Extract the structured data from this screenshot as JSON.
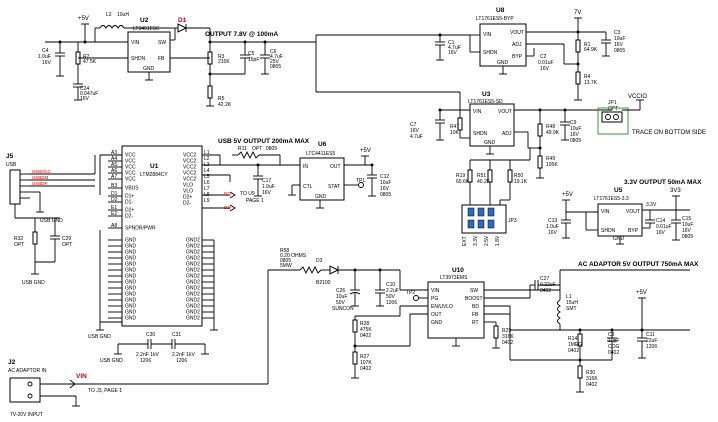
{
  "colors": {
    "wire": "#000000",
    "net": "#1a1a9a",
    "signal": "#cc0000",
    "trace_box": "#2a8a2a"
  },
  "power": {
    "p5v_top": "+5V",
    "p7v": "7V",
    "vccio": "VCCIO",
    "p5v_u6": "+5V",
    "p5v_u5": "+5V",
    "p3v3": "3V3",
    "p5v_u10": "+5V"
  },
  "u2": {
    "ref": "U2",
    "part": "LT3461ES6",
    "pins": [
      "VIN",
      "SW",
      "SHDN",
      "FB",
      "GND"
    ]
  },
  "l2": {
    "ref": "L2",
    "value": "10uH"
  },
  "d1": {
    "ref": "D1"
  },
  "output_78v": "OUTPUT 7.8V @ 100mA",
  "c4": [
    "C4",
    "1.0uF",
    "16V"
  ],
  "r2": [
    "R2",
    "47.5K"
  ],
  "c24": [
    "C24",
    "0.047uF",
    "16V"
  ],
  "r3": [
    "R3",
    "215K"
  ],
  "c5": [
    "C5",
    "15pF"
  ],
  "c6": [
    "C6",
    "4.7uF",
    "25V",
    "0805"
  ],
  "r5": [
    "R5",
    "42.2K"
  ],
  "u8": {
    "ref": "U8",
    "part": "LT1761ES5-BYP",
    "pins": [
      "VIN",
      "VOUT",
      "ADJ",
      "SHDN",
      "BYP",
      "GND"
    ]
  },
  "c1": [
    "C1",
    "4.7uF",
    "16V"
  ],
  "c2": [
    "C2",
    "0.01uF",
    "16V"
  ],
  "c3": [
    "C3",
    "10uF",
    "16V",
    "0805"
  ],
  "r1": [
    "R1",
    "64.9K"
  ],
  "r4": [
    "R4",
    "13.7K"
  ],
  "u3": {
    "ref": "U3",
    "part": "LT1761ES5-SD",
    "pins": [
      "VIN",
      "VOUT",
      "SHDN",
      "ADJ",
      "GND"
    ]
  },
  "c7": [
    "C7",
    "16V",
    "4.7uF"
  ],
  "r47": [
    "R47",
    "10K"
  ],
  "r48": [
    "R48",
    "49.9K"
  ],
  "c9": [
    "C9",
    "10uF",
    "16V",
    "0805"
  ],
  "r49": [
    "R49",
    "105K"
  ],
  "r19": [
    "R19",
    "60.6K"
  ],
  "r51": [
    "R51",
    "40.2K"
  ],
  "r50": [
    "R50",
    "19.1K"
  ],
  "jp1": {
    "ref": "JP1",
    "opt": "OPT"
  },
  "trace_note": "TRACE ON BOTTOM SIDE",
  "jp3": {
    "ref": "JP3",
    "labels": [
      "EXT",
      "3.3V",
      "2.5V",
      "1.8V"
    ]
  },
  "j5": {
    "ref": "J5",
    "type": "USB",
    "lines": [
      "USBVCC",
      "USBDM",
      "USBDP"
    ]
  },
  "usb_gnd": [
    "USB GND",
    "USB GND",
    "USB GND",
    "USB GND"
  ],
  "r32": [
    "R32",
    "OPT"
  ],
  "c29": [
    "C29",
    "OPT"
  ],
  "u1": {
    "ref": "U1",
    "part": "LTM2884CY",
    "left_pins": [
      "VCC",
      "VCC",
      "VCC",
      "VCC",
      "VCC",
      "VBUS",
      "D1+",
      "D1-",
      "D2+",
      "D2-",
      "SPNDR/PWR"
    ],
    "left_nums": [
      "A3",
      "A4",
      "A5",
      "A6",
      "A7",
      "B3",
      "D1",
      "D2",
      "E1",
      "E2",
      "A8"
    ],
    "right_pins": [
      "VCC2",
      "VCC2",
      "VCC2",
      "VCC2",
      "VCC2",
      "VLO",
      "VLO",
      "D2+",
      "D2-"
    ],
    "right_nums": [
      "L1",
      "L2",
      "L3",
      "L4",
      "L5",
      "L6",
      "L7",
      "L8",
      "L9"
    ],
    "gnd_label": "GND",
    "gnd2_label": "GND2"
  },
  "usb_output": "USB 5V OUTPUT 200mA MAX",
  "r11": [
    "R11",
    "OPT",
    "0805"
  ],
  "c17": [
    "C17",
    "1.0uF",
    "16V"
  ],
  "to_u9": [
    "TO U9",
    "PAGE 1"
  ],
  "d_labels": [
    "D2+",
    "D2-"
  ],
  "u6": {
    "ref": "U6",
    "part": "LTC4411ES5",
    "pins": [
      "IN",
      "OUT",
      "CTL",
      "STAT",
      "GND"
    ]
  },
  "tp1": "TP1",
  "c12": [
    "C12",
    "10uF",
    "16V",
    "0805"
  ],
  "c30": [
    "C30",
    "2.2nF 1kV",
    "1206"
  ],
  "c31": [
    "C31",
    "2.2nF 1kV",
    "1206"
  ],
  "u5": {
    "ref": "U5",
    "part": "LT1761ES5-3.3",
    "pins": [
      "VIN",
      "VOUT",
      "SHDN",
      "BYP",
      "GND"
    ]
  },
  "output_33v": "3.3V OUTPUT 50mA MAX",
  "c13": [
    "C13",
    "1.0uF",
    "16V"
  ],
  "c14": [
    "C14",
    "0.01uF",
    "16V"
  ],
  "c15": [
    "C15",
    "10uF",
    "16V",
    "0805"
  ],
  "v33": "3.3V",
  "r58": [
    "R58",
    "0.20 OHMS",
    "0805",
    "5MW"
  ],
  "d3": [
    "D3",
    "B2100"
  ],
  "u10": {
    "ref": "U10",
    "part": "LT3973EMS",
    "pins": [
      "VIN",
      "PG",
      "EN/UVLO",
      "OUT",
      "GND",
      "SW",
      "BOOST",
      "BD",
      "FB",
      "RT"
    ]
  },
  "c26": [
    "C26",
    "10uF",
    "50V",
    "SUNCON"
  ],
  "c10": [
    "C10",
    "2.2uF",
    "50V",
    "1206"
  ],
  "tp2": "TP2",
  "c27": [
    "C27",
    "0.22uF",
    "0402"
  ],
  "l1": [
    "L1",
    "15uH",
    "SMT"
  ],
  "r28": [
    "R28",
    "475K",
    "0402"
  ],
  "r27": [
    "R27",
    "107K",
    "0402"
  ],
  "r29": [
    "R29",
    "316K",
    "0402"
  ],
  "r14": [
    "R14",
    "1MEG",
    "0402"
  ],
  "c8": [
    "C8",
    "10pF",
    "COG",
    "0402"
  ],
  "c11": [
    "C11",
    "22uF",
    "1206"
  ],
  "r30": [
    "R30",
    "316K",
    "0402"
  ],
  "ac_output": "AC ADAPTOR 5V OUTPUT 750mA MAX",
  "j2": {
    "ref": "J2",
    "title": "AC ADAPTOR IN",
    "vin": "VIN",
    "to_j3": "TO J3, PAGE 1",
    "range": "7V-20V INPUT"
  }
}
